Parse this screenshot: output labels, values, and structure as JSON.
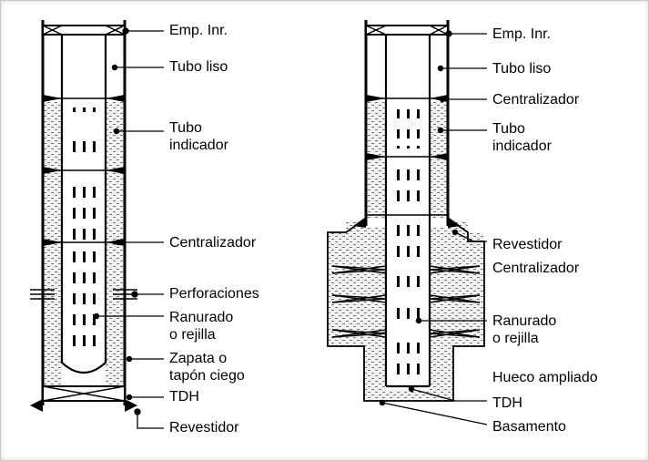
{
  "left_well": {
    "labels": {
      "packer": "Emp. Inr.",
      "blank_pipe": "Tubo liso",
      "indicator_line1": "Tubo",
      "indicator_line2": "indicador",
      "centralizer": "Centralizador",
      "perforations": "Perforaciones",
      "slotted_line1": "Ranurado",
      "slotted_line2": "o rejilla",
      "shoe_line1": "Zapata o",
      "shoe_line2": "tapón ciego",
      "tdh": "TDH",
      "casing": "Revestidor"
    }
  },
  "right_well": {
    "labels": {
      "packer": "Emp. Inr.",
      "blank_pipe": "Tubo liso",
      "centralizer_top": "Centralizador",
      "indicator_line1": "Tubo",
      "indicator_line2": "indicador",
      "casing": "Revestidor",
      "centralizer": "Centralizador",
      "slotted_line1": "Ranurado",
      "slotted_line2": "o rejilla",
      "underream": "Hueco ampliado",
      "tdh": "TDH",
      "basement": "Basamento"
    }
  },
  "colors": {
    "ink": "#000000",
    "gravel_fill": "#f2f2f2",
    "background": "#ffffff"
  }
}
